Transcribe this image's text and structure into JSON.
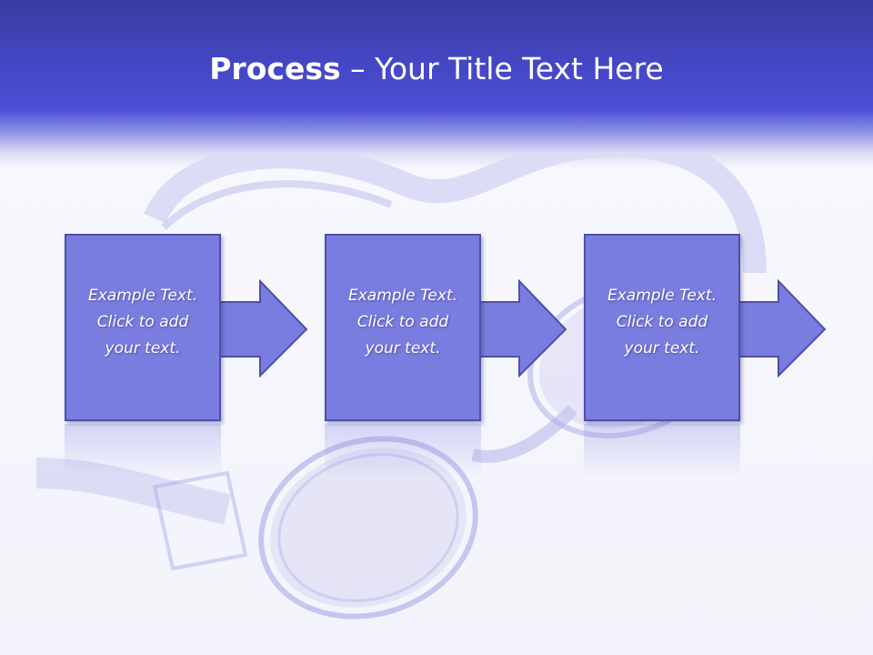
{
  "slide": {
    "title_bold": "Process",
    "title_rest": " – Your Title Text Here"
  },
  "steps": [
    {
      "line1": "Example Text.",
      "line2": "Click  to add",
      "line3": "your text."
    },
    {
      "line1": "Example Text.",
      "line2": "Click  to add",
      "line3": "your text."
    },
    {
      "line1": "Example Text.",
      "line2": "Click  to add",
      "line3": "your text."
    }
  ],
  "colors": {
    "header": "#4447c4",
    "box_fill": "#7a7de0",
    "box_border": "#4d4fa8",
    "text": "#ffffff"
  },
  "icons": [
    "swim-goggles-image",
    "arrow-right-icon"
  ]
}
